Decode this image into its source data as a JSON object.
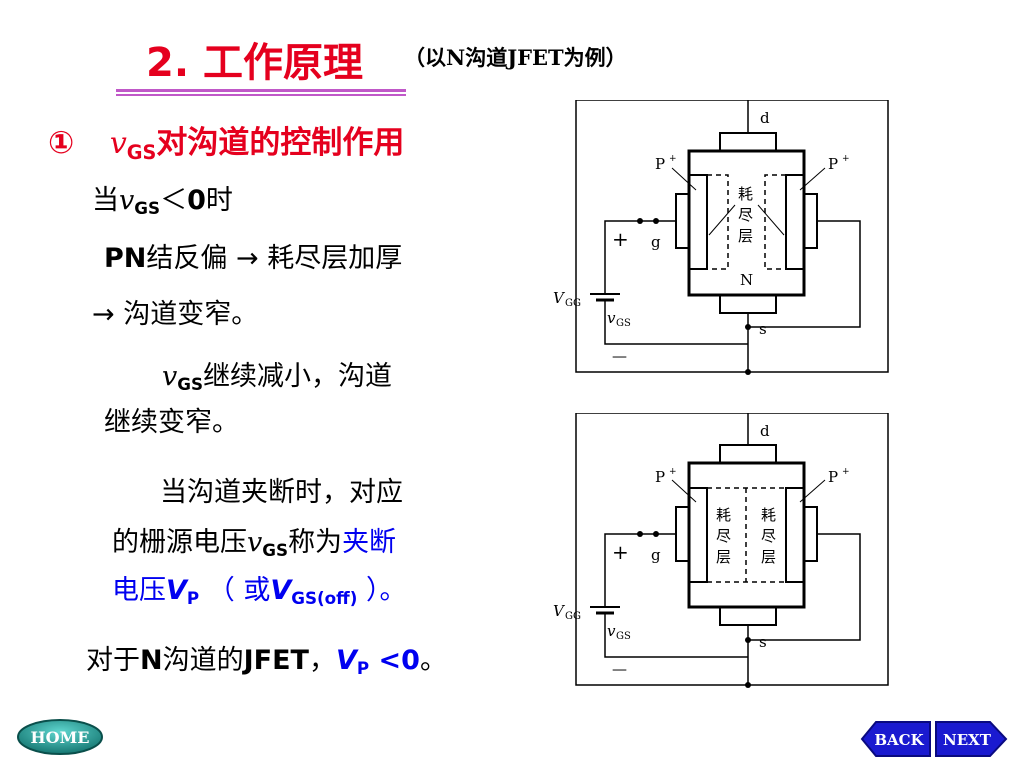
{
  "heading": {
    "number": "2.",
    "title": "工作原理",
    "subtitle": "（以N沟道JFET为例）"
  },
  "section": {
    "marker": "①",
    "var": "v",
    "var_sub": "GS",
    "text": "对沟道的控制作用"
  },
  "lines": {
    "l1_a": "当",
    "l1_var": "v",
    "l1_sub": "GS",
    "l1_b": "＜",
    "l1_c": "0",
    "l1_d": "时",
    "l2_a": "PN",
    "l2_b": "结反偏",
    "l2_arrow": "→",
    "l2_c": " 耗尽层加厚",
    "l3_arrow": "→",
    "l3_a": " 沟道变窄。",
    "l4_var": "v",
    "l4_sub": "GS",
    "l4_a": "继续减小，沟道",
    "l5_a": "继续变窄。",
    "l6_a": "当沟道夹断时，对应",
    "l7_a": "的栅源电压",
    "l7_var": "v",
    "l7_sub": "GS",
    "l7_b": "称为",
    "l7_c": "夹断",
    "l8_a": "电压",
    "l8_var": "V",
    "l8_sub": "P",
    "l8_b": " （ 或",
    "l8_var2": "V",
    "l8_sub2": "GS(off)",
    "l8_c": " ）。",
    "l9_a": "对于",
    "l9_b": "N",
    "l9_c": "沟道的",
    "l9_d": "JFET",
    "l9_e": "，",
    "l9_var": "V",
    "l9_sub": "P",
    "l9_f": " <0",
    "l9_g": "。"
  },
  "diagram_top": {
    "d": "d",
    "s": "s",
    "g": "g",
    "n": "N",
    "p_left": "P",
    "p_right": "P",
    "plus_sup": "+",
    "depletion_1": "耗",
    "depletion_2": "尽",
    "depletion_3": "层",
    "vgg": "V",
    "vgg_sub": "GG",
    "vgs": "v",
    "vgs_sub": "GS",
    "plus": "+",
    "minus": "—"
  },
  "diagram_bottom": {
    "d": "d",
    "s": "s",
    "g": "g",
    "p_left": "P",
    "p_right": "P",
    "plus_sup": "+",
    "depletion_1": "耗",
    "depletion_2": "尽",
    "depletion_3": "层",
    "vgg": "V",
    "vgg_sub": "GG",
    "vgs": "v",
    "vgs_sub": "GS",
    "plus": "+",
    "minus": "—"
  },
  "nav": {
    "home": "HOME",
    "back": "BACK",
    "next": "NEXT"
  },
  "colors": {
    "title_red": "#e5001e",
    "blue_text": "#0000f0",
    "underline": "#c058c8",
    "home_green": "#1a8f8a",
    "nav_blue": "#1a1ad0"
  }
}
